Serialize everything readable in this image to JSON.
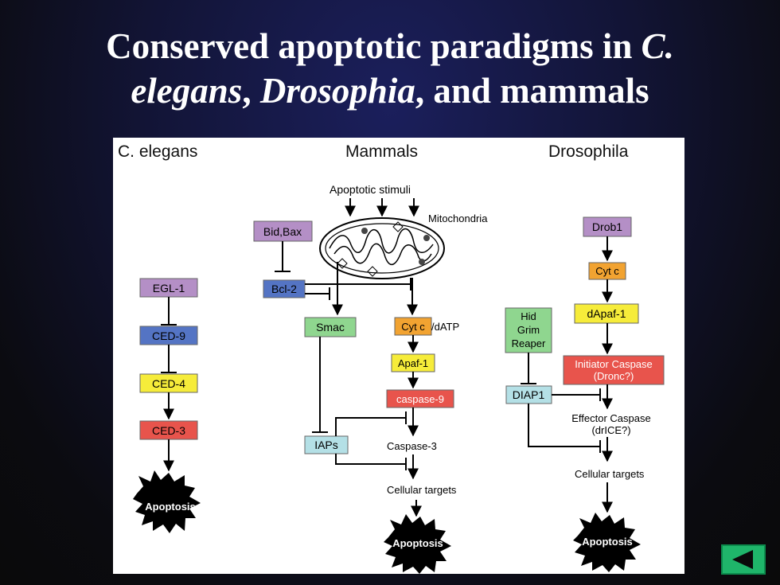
{
  "title": {
    "line1_a": "Conserved apoptotic paradigms in ",
    "line1_b": "C.",
    "line2_a": "elegans",
    "line2_b": ", ",
    "line2_c": "Drosophia",
    "line2_d": ", and mammals"
  },
  "columns": {
    "celegans": "C. elegans",
    "mammals": "Mammals",
    "drosophila": "Drosophila"
  },
  "celegans": {
    "egl1": "EGL-1",
    "ced9": "CED-9",
    "ced4": "CED-4",
    "ced3": "CED-3",
    "apoptosis": "Apoptosis"
  },
  "mammals": {
    "stimuli": "Apoptotic  stimuli",
    "mitochondria": "Mitochondria",
    "bidbax": "Bid,Bax",
    "bcl2": "Bcl-2",
    "smac": "Smac",
    "cytc": "Cyt c",
    "datp": "/dATP",
    "apaf1": "Apaf-1",
    "caspase9": "caspase-9",
    "iaps": "IAPs",
    "caspase3": "Caspase-3",
    "targets": "Cellular targets",
    "apoptosis": "Apoptosis"
  },
  "drosophila": {
    "drob1": "Drob1",
    "cytc": "Cyt c",
    "dapaf1": "dApaf-1",
    "hid": "Hid",
    "grim": "Grim",
    "reaper": "Reaper",
    "initiator1": "Initiator Caspase",
    "initiator2": "(Dronc?)",
    "diap1": "DIAP1",
    "effector1": "Effector Caspase",
    "effector2": "(drICE?)",
    "targets": "Cellular targets",
    "apoptosis": "Apoptosis"
  },
  "colors": {
    "purple": "#b48fc6",
    "blue": "#5474c4",
    "yellow": "#f6ec3a",
    "red": "#e8544c",
    "green": "#8fd68f",
    "orange": "#f2a331",
    "cyan": "#b4e0e6",
    "button": "#1fb56a"
  },
  "nav": {
    "back": "back-arrow-icon"
  }
}
